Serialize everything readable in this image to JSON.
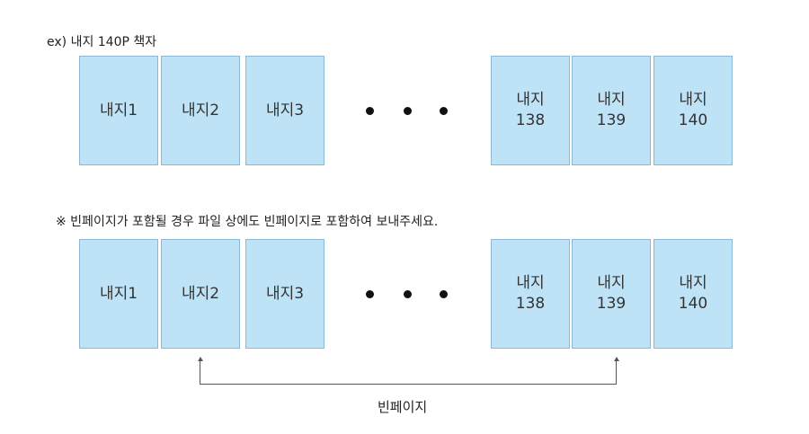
{
  "example_caption": "ex) 내지 140P 책자",
  "note_caption": "※ 빈페이지가 포함될 경우 파일 상에도 빈페이지로 포함하여 보내주세요.",
  "rows": [
    {
      "pages_left": [
        "내지1",
        "내지2",
        "내지3"
      ],
      "pages_right": [
        "내지\n138",
        "내지\n139",
        "내지\n140"
      ]
    },
    {
      "pages_left": [
        "내지1",
        "내지2",
        "내지3"
      ],
      "pages_right": [
        "내지\n138",
        "내지\n139",
        "내지\n140"
      ]
    }
  ],
  "blank_page_label": "빈페이지",
  "colors": {
    "page_fill": "#bfe3f6",
    "page_border": "#8ab8d6",
    "dot": "#111111"
  }
}
